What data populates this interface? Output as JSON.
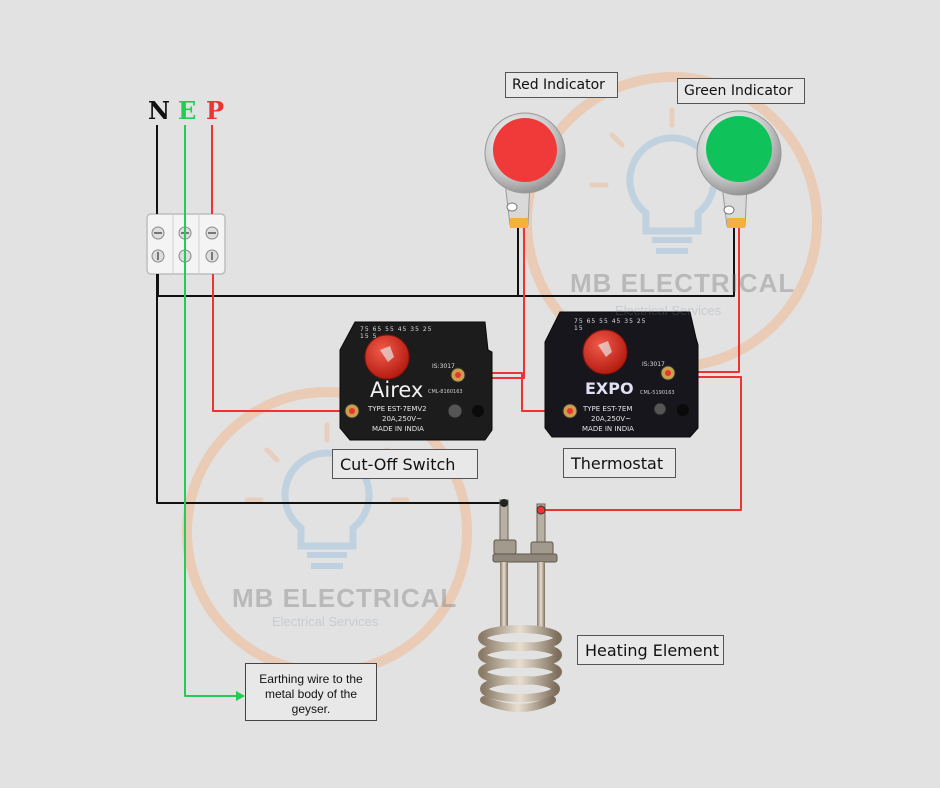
{
  "terminals": {
    "neutral": "N",
    "earth": "E",
    "phase": "P"
  },
  "labels": {
    "red_indicator": "Red Indicator",
    "green_indicator": "Green Indicator",
    "cutoff_switch": "Cut-Off Switch",
    "thermostat": "Thermostat",
    "heating_element": "Heating Element",
    "earth_note": "Earthing wire to the metal body of the geyser."
  },
  "cutoff": {
    "brand": "Airex",
    "type": "TYPE EST-7EMV2",
    "rating": "20A,250V~",
    "made": "MADE IN INDIA",
    "std": "IS:3017",
    "cml": "CML-8160163",
    "dial": [
      "75",
      "65",
      "55",
      "45",
      "35",
      "25",
      "15",
      "5"
    ]
  },
  "thermostat_device": {
    "brand": "EXPO",
    "type": "TYPE EST-7EM",
    "rating": "20A,250V~",
    "made": "MADE IN INDIA",
    "std": "IS:3017",
    "cml": "CML-5190163",
    "dial": [
      "75",
      "65",
      "55",
      "45",
      "35",
      "25",
      "15"
    ]
  },
  "watermark": {
    "title": "MB ELECTRICAL",
    "subtitle": "Electrical Services"
  },
  "colors": {
    "neutral": "#111111",
    "earth": "#22cc55",
    "phase": "#ee3333",
    "red_lamp": "#f03a3a",
    "green_lamp": "#0fc35a"
  }
}
